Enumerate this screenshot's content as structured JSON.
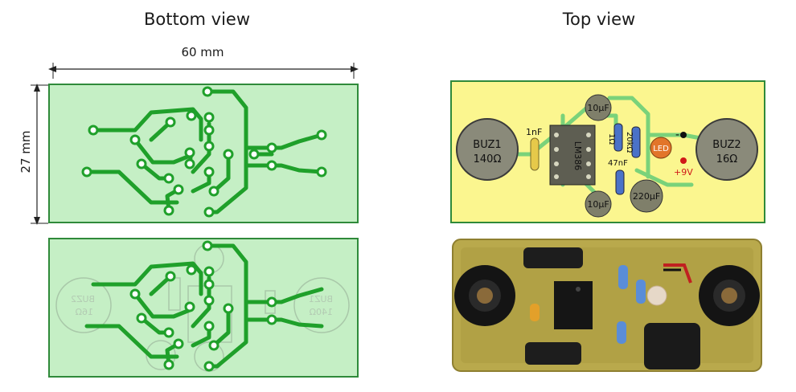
{
  "headings": {
    "bottom_view": "Bottom view",
    "top_view": "Top view"
  },
  "dimensions": {
    "width": "60 mm",
    "height": "27 mm"
  },
  "components": {
    "buzzer_left": {
      "name": "BUZ1",
      "value": "140Ω"
    },
    "buzzer_right": {
      "name": "BUZ2",
      "value": "16Ω"
    },
    "cap_1nf": "1nF",
    "ic": "LM386",
    "cap_10uf_top": "10μF",
    "cap_10uf_bottom": "10μF",
    "resistor_1": "1Ω",
    "resistor_2": "20kΩ",
    "cap_47nf": "47nF",
    "cap_220uf": "220μF",
    "led": "LED",
    "ground": "-",
    "power": "+9V",
    "polarity_plus": "+"
  },
  "colors": {
    "pcb_green": "#c5efc5",
    "trace_green": "#1fa02a",
    "topview_yellow": "#fbf68f",
    "board_border": "#2f8a3a",
    "photo_board": "#b7a84a"
  }
}
